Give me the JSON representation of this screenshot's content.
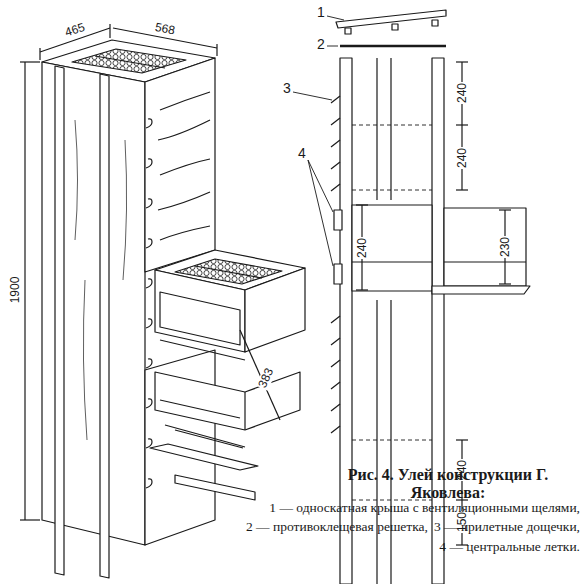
{
  "diagram": {
    "caption": "Рис. 4. Улей конструкции Г. Яковлева:",
    "labels": [
      "465",
      "568",
      "1900",
      "383",
      "1",
      "2",
      "3",
      "4",
      "240",
      "240",
      "240",
      "230",
      "240",
      "150",
      "1 — односкатная крыша с вентиляционными щелями,",
      "2 — противоклещевая решетка,",
      "3 — прилетные дощечки,",
      "4 — центральные летки."
    ]
  }
}
